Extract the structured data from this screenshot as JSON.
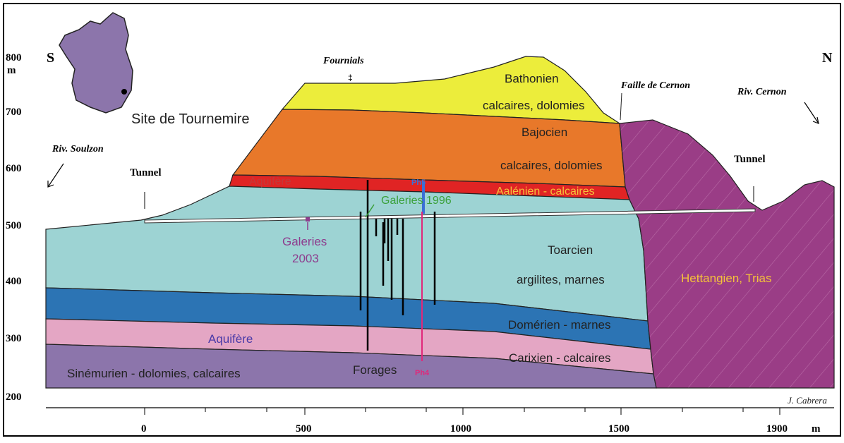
{
  "colors": {
    "bathonien": "#eced3b",
    "bajocien": "#e8782a",
    "aquifere_red": "#e02424",
    "toarcien": "#9dd3d3",
    "domerien": "#2c74b4",
    "carixien": "#e4a6c4",
    "sinemurien": "#8c75ab",
    "hettangien": "#9a3d86",
    "galeries_1996": "#3aa03a",
    "galeries_2003": "#8e3d8e",
    "ph5": "#3b6fd6",
    "ph4": "#e0287a"
  },
  "labels": {
    "orient_south": "S",
    "orient_north": "N",
    "fournials": "Fournials",
    "faille_cernon": "Faille de Cernon",
    "riv_cernon": "Riv. Cernon",
    "riv_soulzon": "Riv. Soulzon",
    "tunnel_left": "Tunnel",
    "tunnel_right": "Tunnel",
    "site": "Site de Tournemire",
    "bathonien_name": "Bathonien",
    "bathonien_lith": "calcaires, dolomies",
    "bajocien_name": "Bajocien",
    "bajocien_lith": "calcaires, dolomies",
    "aquifere_top": "Aquifère",
    "aalenien": "Aalénien - calcaires",
    "galeries_1996": "Galeries  1996",
    "galeries_2003_a": "Galeries",
    "galeries_2003_b": "2003",
    "ph5": "Ph5",
    "ph4": "Ph4",
    "toarcien_name": "Toarcien",
    "toarcien_lith": "argilites, marnes",
    "hettangien": "Hettangien, Trias",
    "domerien": "Domérien  - marnes",
    "aquifere_bottom": "Aquifère",
    "carixien": "Carixien  - calcaires",
    "sinemurien": "Sinémurien - dolomies, calcaires",
    "forages": "Forages",
    "author": "J. Cabrera",
    "y_unit": "m",
    "x_unit": "m"
  },
  "axes": {
    "y_ticks": [
      "800",
      "700",
      "600",
      "500",
      "400",
      "300",
      "200"
    ],
    "x_ticks": [
      "0",
      "500",
      "1000",
      "1500",
      "1900"
    ]
  }
}
